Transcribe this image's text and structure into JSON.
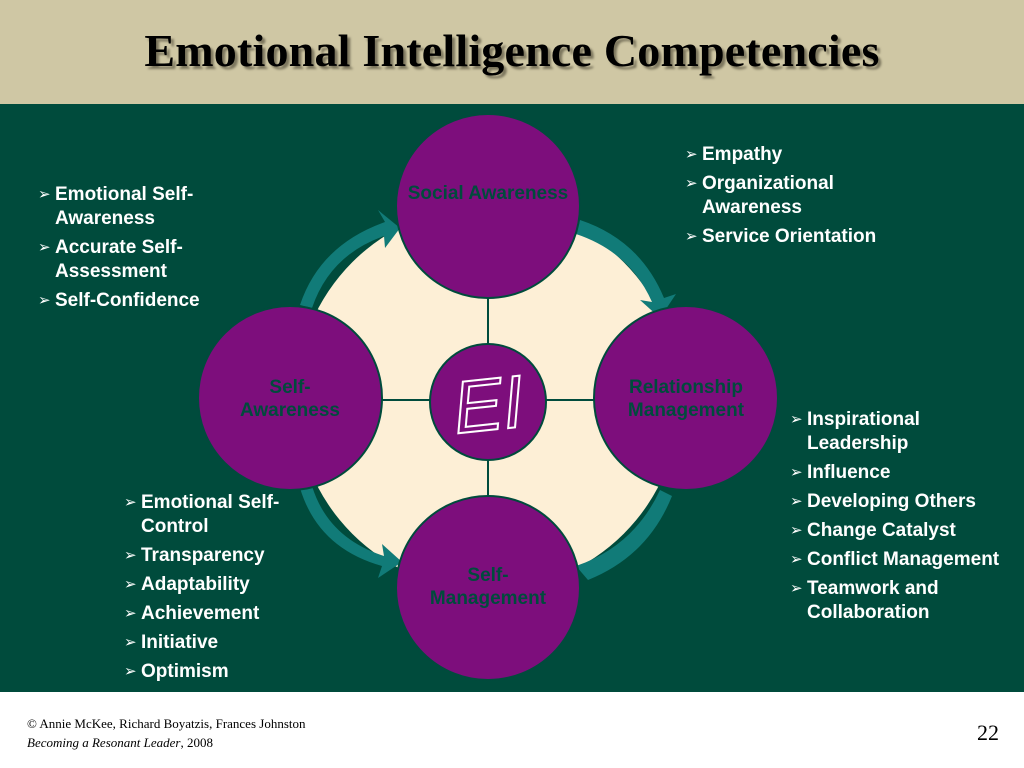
{
  "title": "Emotional Intelligence Competencies",
  "colors": {
    "header_bg": "#cfc7a4",
    "main_bg": "#004b3c",
    "circle_fill": "#7d0e7c",
    "center_fill": "#fdefd6",
    "arrow_teal": "#117b78",
    "node_text": "#004b3c"
  },
  "center_label": "EI",
  "nodes": {
    "social_awareness": "Social Awareness",
    "self_awareness_line1": "Self-",
    "self_awareness_line2": "Awareness",
    "relationship_line1": "Relationship",
    "relationship_line2": "Management",
    "self_management_line1": "Self-",
    "self_management_line2": "Management"
  },
  "lists": {
    "self_awareness": [
      "Emotional Self-Awareness",
      "Accurate Self-Assessment",
      "Self-Confidence"
    ],
    "social_awareness": [
      "Empathy",
      "Organizational Awareness",
      "Service Orientation"
    ],
    "self_management": [
      "Emotional Self-Control",
      "Transparency",
      "Adaptability",
      "Achievement",
      "Initiative",
      "Optimism"
    ],
    "relationship_management": [
      "Inspirational Leadership",
      "Influence",
      "Developing Others",
      "Change Catalyst",
      "Conflict Management",
      "Teamwork and Collaboration"
    ]
  },
  "footer": {
    "credit_line1": "© Annie McKee, Richard Boyatzis, Frances Johnston",
    "book_title": "Becoming a Resonant Leader",
    "year_suffix": ", 2008",
    "page_number": "22"
  }
}
